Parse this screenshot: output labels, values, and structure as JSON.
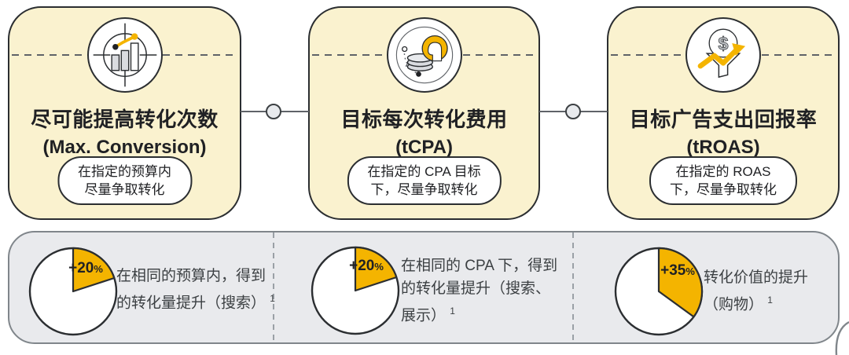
{
  "palette": {
    "card_bg": "#FAF2CF",
    "accent_yellow": "#F4B400",
    "panel_bg": "#E9EAED",
    "ink": "#202124",
    "line_gray": "#5F6368"
  },
  "cards": [
    {
      "icon": "target-chart-icon",
      "title": "尽可能提高转化次数",
      "subtitle": "(Max. Conversion)",
      "pill": {
        "line1": "在指定的预算内",
        "line2": "尽量争取转化"
      }
    },
    {
      "icon": "cpa-coins-icon",
      "title": "目标每次转化费用",
      "subtitle": "(tCPA)",
      "pill": {
        "line1": "在指定的 CPA 目标",
        "line2": "下，尽量争取转化"
      }
    },
    {
      "icon": "roas-funnel-icon",
      "title": "目标广告支出回报率",
      "subtitle": "(tROAS)",
      "pill": {
        "line1": "在指定的 ROAS",
        "line2": "下，尽量争取转化"
      }
    }
  ],
  "results": [
    {
      "label": "+20",
      "label_unit": "%",
      "lines": [
        "在相同的预算内，得到",
        "的转化量提升（搜索）"
      ],
      "footnote": "1"
    },
    {
      "label": "+20",
      "label_unit": "%",
      "lines": [
        "在相同的 CPA 下，得到",
        "的转化量提升（搜索、",
        "展示）"
      ],
      "footnote": "1"
    },
    {
      "label": "+35",
      "label_unit": "%",
      "lines": [
        "转化价值的提升",
        "（购物）"
      ],
      "footnote": "1"
    }
  ],
  "chart_data": [
    {
      "type": "pie",
      "values": [
        20,
        80
      ],
      "labels": [
        "+20%",
        ""
      ],
      "colors": [
        "#F4B400",
        "#FFFFFF"
      ],
      "title": "在相同的预算内，得到的转化量提升（搜索）",
      "footnote": "1",
      "legend": "none"
    },
    {
      "type": "pie",
      "values": [
        20,
        80
      ],
      "labels": [
        "+20%",
        ""
      ],
      "colors": [
        "#F4B400",
        "#FFFFFF"
      ],
      "title": "在相同的 CPA 下，得到的转化量提升（搜索、展示）",
      "footnote": "1",
      "legend": "none"
    },
    {
      "type": "pie",
      "values": [
        35,
        65
      ],
      "labels": [
        "+35%",
        ""
      ],
      "colors": [
        "#F4B400",
        "#FFFFFF"
      ],
      "title": "转化价值的提升（购物）",
      "footnote": "1",
      "legend": "none"
    }
  ]
}
